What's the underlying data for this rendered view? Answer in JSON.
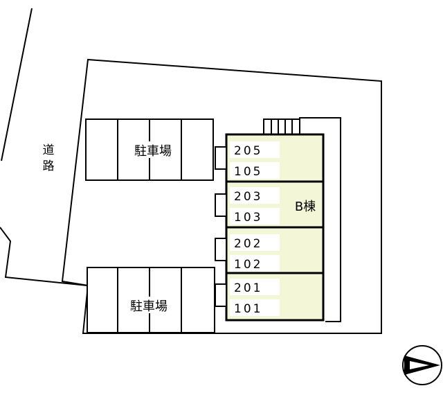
{
  "road": {
    "label_line1": "道",
    "label_line2": "路"
  },
  "parking": {
    "top_label": "駐車場",
    "bottom_label": "駐車場"
  },
  "building": {
    "name": "B棟",
    "units": [
      {
        "upper": "205",
        "lower": "105"
      },
      {
        "upper": "203",
        "lower": "103"
      },
      {
        "upper": "202",
        "lower": "102"
      },
      {
        "upper": "201",
        "lower": "101"
      }
    ]
  },
  "colors": {
    "unit_fill": "#f4f7d7",
    "line": "#000000",
    "label_bg": "#ffffff"
  },
  "compass": {
    "icon": "north-arrow-icon",
    "direction": "right"
  }
}
